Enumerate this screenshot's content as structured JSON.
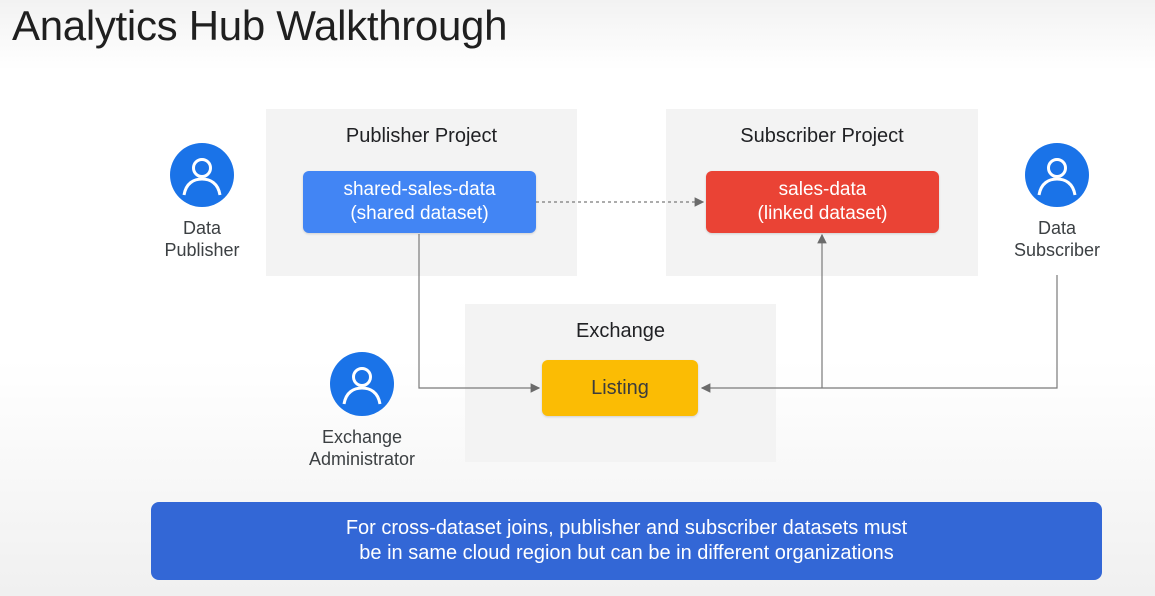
{
  "title": "Analytics Hub Walkthrough",
  "panels": {
    "publisher": {
      "title": "Publisher Project"
    },
    "subscriber": {
      "title": "Subscriber Project"
    },
    "exchange": {
      "title": "Exchange"
    }
  },
  "datasets": {
    "shared": {
      "line1": "shared-sales-data",
      "line2": "(shared dataset)"
    },
    "linked": {
      "line1": "sales-data",
      "line2": "(linked dataset)"
    }
  },
  "listing": {
    "label": "Listing"
  },
  "personas": {
    "publisher": {
      "line1": "Data",
      "line2": "Publisher"
    },
    "subscriber": {
      "line1": "Data",
      "line2": "Subscriber"
    },
    "admin": {
      "line1": "Exchange",
      "line2": "Administrator"
    }
  },
  "icons": {
    "persona": "person-icon"
  },
  "banner": {
    "line1": "For cross-dataset joins, publisher and subscriber datasets must",
    "line2": "be in same cloud region but can be in different organizations"
  },
  "colors": {
    "shared_dataset": "#4285f4",
    "linked_dataset": "#ea4335",
    "listing": "#fbbc04",
    "persona": "#1a73e8",
    "banner": "#3367d6"
  }
}
